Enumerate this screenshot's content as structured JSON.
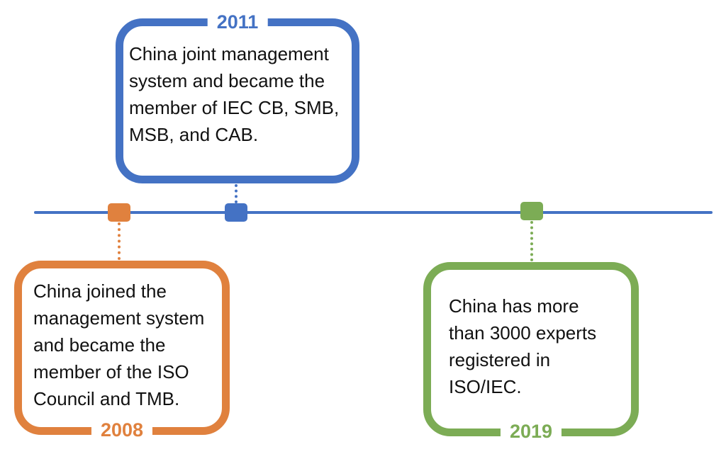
{
  "diagram": {
    "type": "timeline",
    "axis_color": "#4472C4",
    "events": [
      {
        "year": "2008",
        "color": "#E0813E",
        "label_position": "bottom",
        "text": "China joined the management system and became the member of the ISO Council and TMB.",
        "lines": [
          "China joined the",
          "management system",
          "and became the",
          "member of the ISO",
          "Council and TMB."
        ]
      },
      {
        "year": "2011",
        "color": "#4472C4",
        "label_position": "top",
        "text": "China joint management system and became the member of IEC CB, SMB, MSB, and CAB.",
        "lines": [
          "China joint management",
          "system and became the",
          "member of IEC CB, SMB,",
          "MSB, and CAB."
        ]
      },
      {
        "year": "2019",
        "color": "#7CAC55",
        "label_position": "bottom",
        "text": "China has more than 3000 experts registered in ISO/IEC.",
        "lines": [
          "China has more",
          "than 3000 experts",
          "registered in",
          "ISO/IEC."
        ]
      }
    ]
  }
}
